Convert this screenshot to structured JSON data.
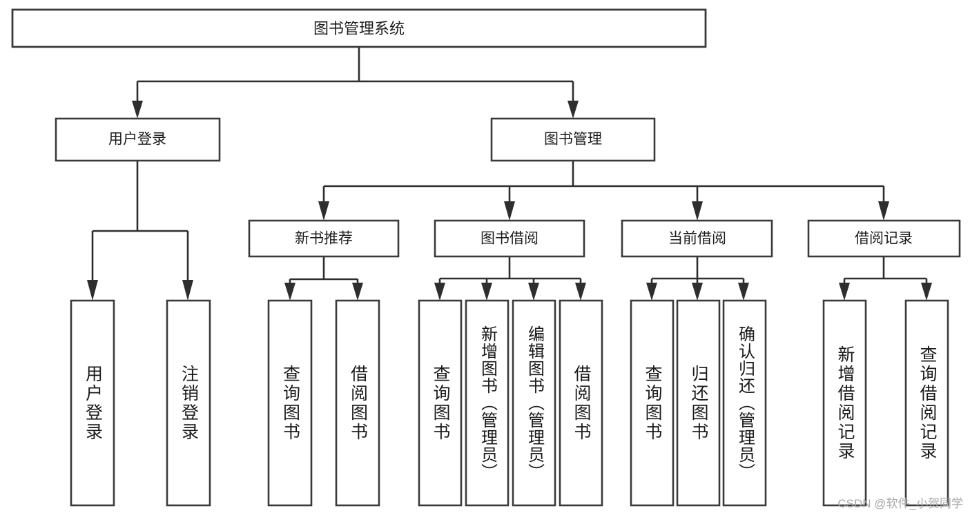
{
  "diagram": {
    "type": "tree-hierarchy",
    "title": "图书管理系统",
    "orientation": "top-down",
    "watermark": "CSDN @软件_小贺同学",
    "colors": {
      "box_stroke": "#3a3a3a",
      "box_fill": "#ffffff",
      "connector": "#2e2e2e",
      "text": "#1b1b1b",
      "watermark": "#a8a8a8",
      "background": "#ffffff"
    },
    "root": {
      "label": "图书管理系统"
    },
    "level2": [
      {
        "label": "用户登录"
      },
      {
        "label": "图书管理"
      }
    ],
    "level3": [
      {
        "label": "新书推荐"
      },
      {
        "label": "图书借阅"
      },
      {
        "label": "当前借阅"
      },
      {
        "label": "借阅记录"
      }
    ],
    "leaves": {
      "user_login": [
        {
          "label": "用户登录"
        },
        {
          "label": "注销登录"
        }
      ],
      "new_book_recommend": [
        {
          "label": "查询图书"
        },
        {
          "label": "借阅图书"
        }
      ],
      "book_borrow": [
        {
          "label": "查询图书"
        },
        {
          "label": "新增图书（管理员）"
        },
        {
          "label": "编辑图书（管理员）"
        },
        {
          "label": "借阅图书"
        }
      ],
      "current_borrow": [
        {
          "label": "查询图书"
        },
        {
          "label": "归还图书"
        },
        {
          "label": "确认归还（管理员）"
        }
      ],
      "borrow_record": [
        {
          "label": "新增借阅记录"
        },
        {
          "label": "查询借阅记录"
        }
      ]
    }
  }
}
